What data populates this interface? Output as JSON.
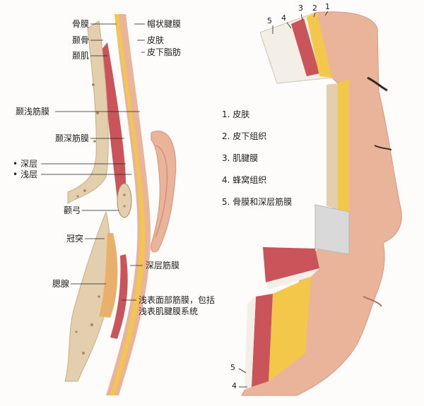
{
  "left_labels": [
    {
      "id": "periosteum",
      "text": "骨膜"
    },
    {
      "id": "temporal-bone",
      "text": "颞骨"
    },
    {
      "id": "temporalis-muscle",
      "text": "颞肌"
    },
    {
      "id": "superficial-temporal-fascia",
      "text": "颞浅筋膜"
    },
    {
      "id": "deep-temporal-fascia",
      "text": "颞深筋膜"
    },
    {
      "id": "deep-layer",
      "text": "深层"
    },
    {
      "id": "superficial-layer",
      "text": "浅层"
    },
    {
      "id": "zygomatic-arch",
      "text": "颧弓"
    },
    {
      "id": "coronoid-process",
      "text": "冠突"
    },
    {
      "id": "parotid-gland",
      "text": "腮腺"
    }
  ],
  "right_labels": [
    {
      "id": "galea-aponeurotica",
      "text": "帽状腱膜"
    },
    {
      "id": "skin",
      "text": "皮肤"
    },
    {
      "id": "subcutaneous-fat",
      "text": "皮下脂肪"
    },
    {
      "id": "deep-fascia",
      "text": "深层筋膜"
    },
    {
      "id": "smas",
      "text": "浅表面部筋膜，包括"
    },
    {
      "id": "smas-2",
      "text": "浅表肌腱膜系统"
    }
  ],
  "legend": [
    "1. 皮肤",
    "2. 皮下组织",
    "3. 肌腱膜",
    "4. 蜂窝组织",
    "5. 骨膜和深层筋膜"
  ],
  "layer_numbers_top": [
    "5",
    "4",
    "3",
    "2",
    "1"
  ],
  "layer_numbers_bottom": [
    "5",
    "4"
  ],
  "colors": {
    "skin": "#e9b49a",
    "fat": "#f3c84a",
    "muscle": "#c9545a",
    "bone": "#e3cfae",
    "bone_spots": "#b08a5e",
    "fascia": "#efe6d6",
    "gland": "#e8b06c"
  }
}
